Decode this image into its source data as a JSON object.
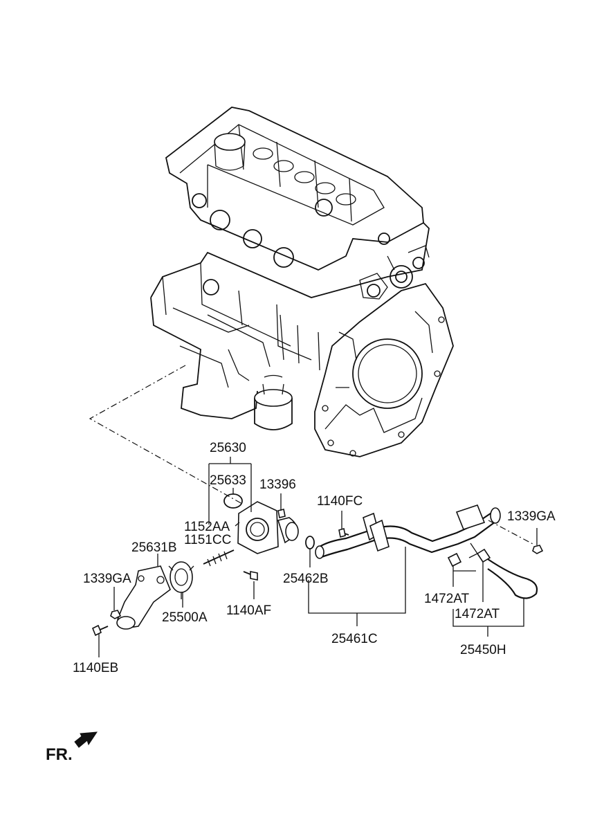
{
  "labels": {
    "p25630": "25630",
    "p25633": "25633",
    "p13396": "13396",
    "p1152AA": "1152AA",
    "p1151CC": "1151CC",
    "p25631B": "25631B",
    "p1339GA_left": "1339GA",
    "p25500A": "25500A",
    "p1140AF": "1140AF",
    "p1140EB": "1140EB",
    "p1140FC": "1140FC",
    "p25462B": "25462B",
    "p25461C": "25461C",
    "p1339GA_right": "1339GA",
    "p1472AT_a": "1472AT",
    "p1472AT_b": "1472AT",
    "p25450H": "25450H"
  },
  "front_indicator": "FR."
}
